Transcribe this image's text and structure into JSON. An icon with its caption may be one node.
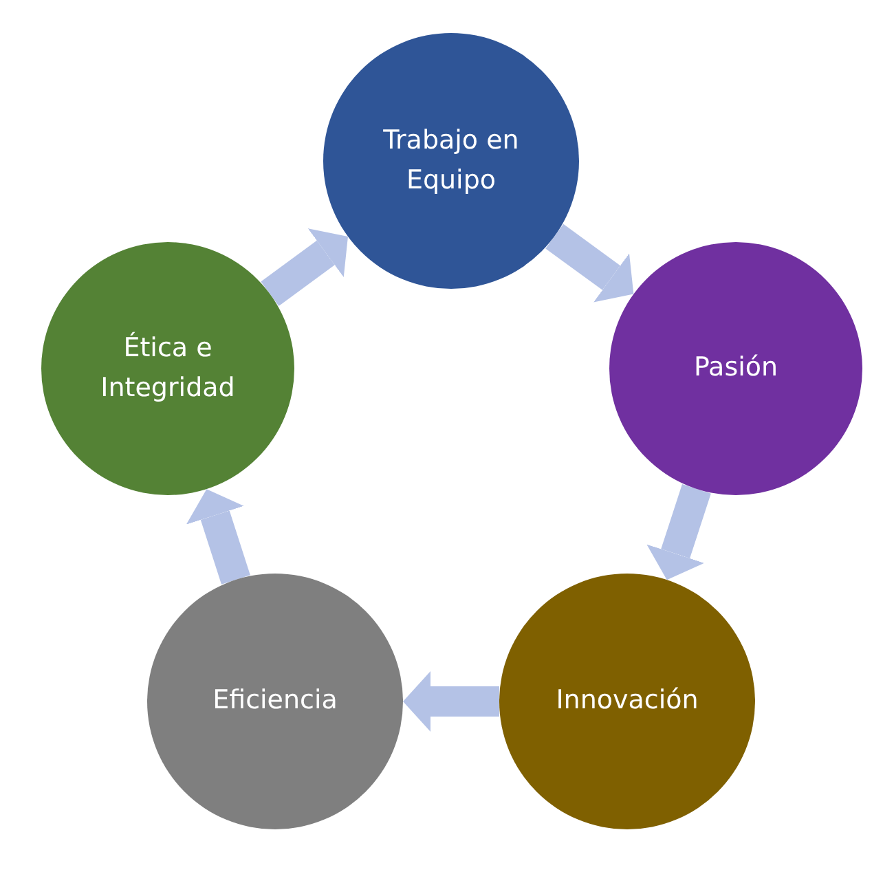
{
  "diagram": {
    "nodes": [
      {
        "text": [
          "Trabajo en Equipo"
        ]
      },
      {
        "text": [
          "Pasión"
        ]
      },
      {
        "text": [
          "Innovación"
        ]
      },
      {
        "text": [
          "Eficiencia"
        ]
      },
      {
        "text": [
          "Ética e Integridad"
        ]
      }
    ],
    "edges": [
      {
        "from": 0,
        "to": 1,
        "arrow": "to"
      },
      {
        "from": 1,
        "to": 2,
        "arrow": "to"
      },
      {
        "from": 2,
        "to": 3,
        "arrow": "to"
      },
      {
        "from": 3,
        "to": 4,
        "arrow": "to"
      },
      {
        "from": 4,
        "to": 0,
        "arrow": "to"
      }
    ]
  }
}
